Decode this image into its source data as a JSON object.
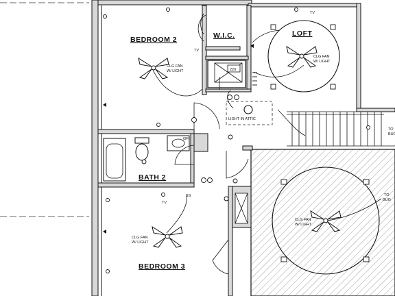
{
  "rooms": {
    "bedroom2": "BEDROOM 2",
    "wic": "W.I.C.",
    "loft": "LOFT",
    "bath2": "BATH 2",
    "bedroom3": "BEDROOM 3"
  },
  "fans": {
    "line1": "CLG FAN",
    "line2": "W/ LIGHT"
  },
  "labels": {
    "tv": "TV",
    "light_in_attic": "LIGHT IN ATTIC",
    "volt": "220",
    "gfi": "GFI",
    "ss": "SS",
    "to_bug_1": "TO",
    "to_bug_2": "BUG"
  }
}
